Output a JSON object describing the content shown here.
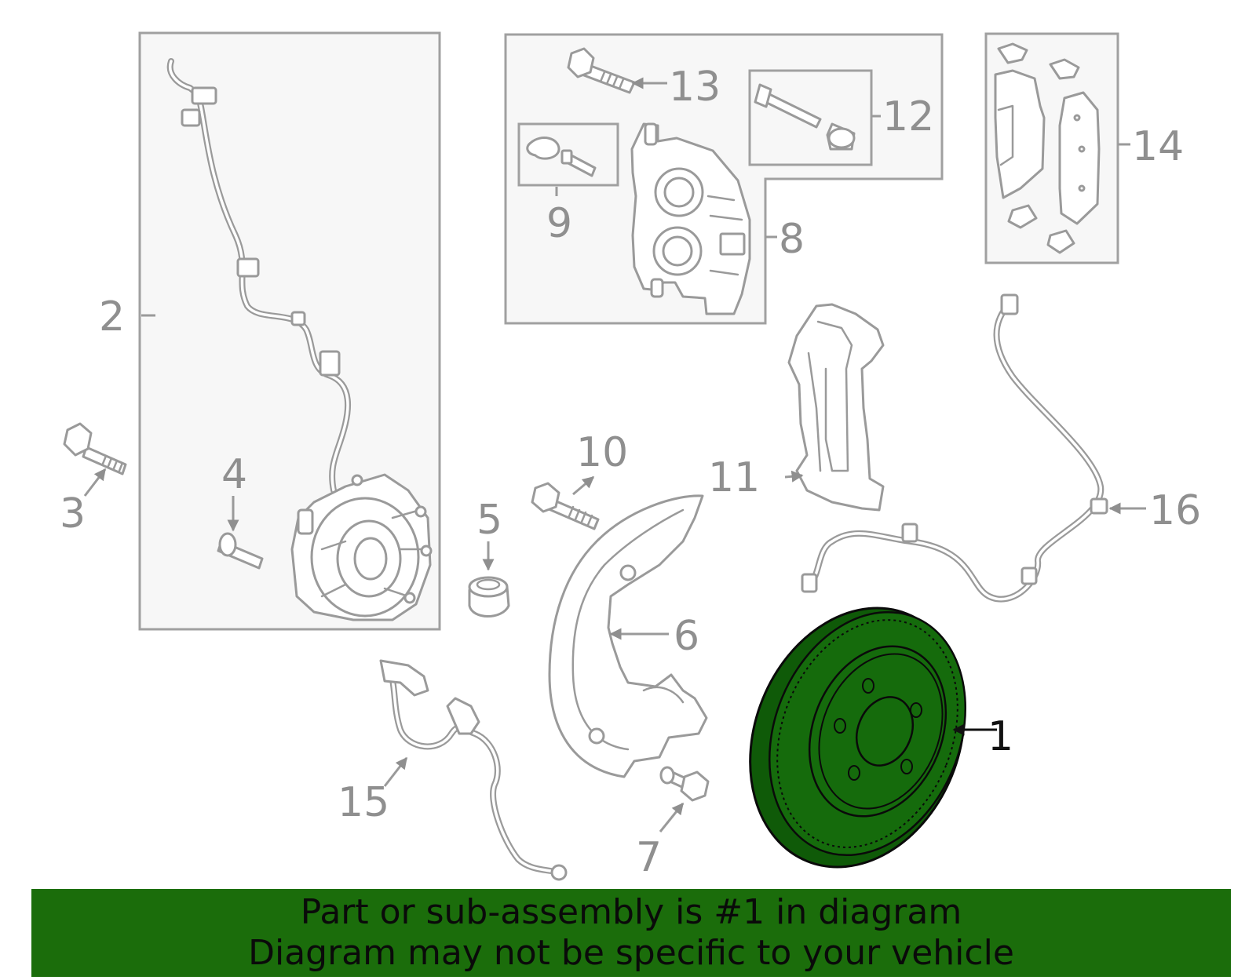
{
  "callouts": {
    "c1": "1",
    "c2": "2",
    "c3": "3",
    "c4": "4",
    "c5": "5",
    "c6": "6",
    "c7": "7",
    "c8": "8",
    "c9": "9",
    "c10": "10",
    "c11": "11",
    "c12": "12",
    "c13": "13",
    "c14": "14",
    "c15": "15",
    "c16": "16"
  },
  "highlight": {
    "part_number": "1",
    "color": "#1b6d0b"
  },
  "banner": {
    "line1": "Part or sub-assembly is #1 in diagram",
    "line2": "Diagram may not be specific to your vehicle",
    "background": "#1b6d0b"
  }
}
